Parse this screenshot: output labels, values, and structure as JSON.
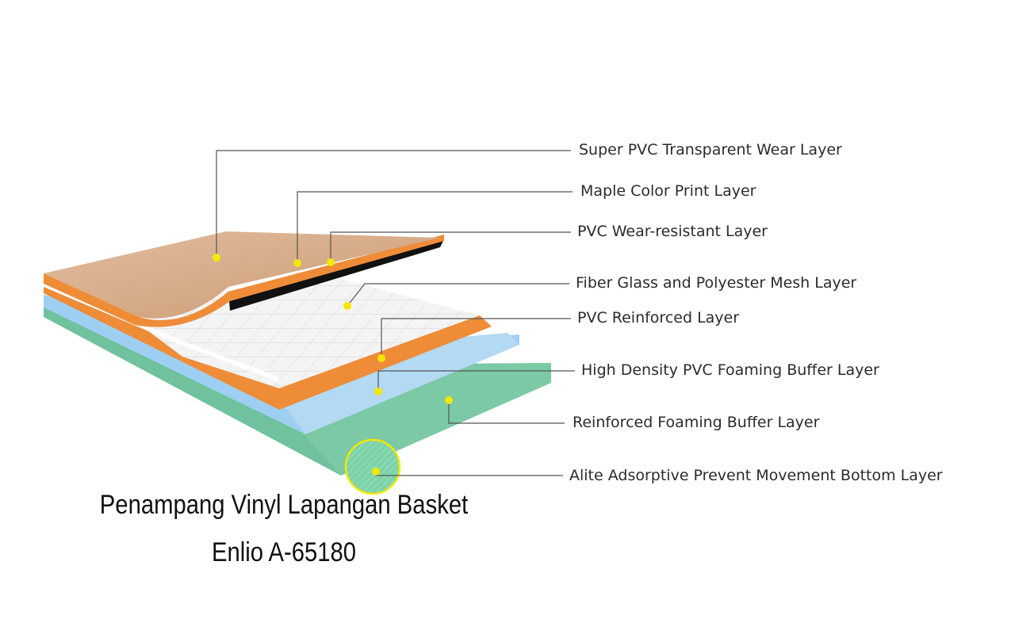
{
  "layers": [
    {
      "label": "Super PVC Transparent Wear Layer"
    },
    {
      "label": "Maple Color Print Layer"
    },
    {
      "label": "PVC Wear-resistant Layer"
    },
    {
      "label": "Fiber Glass and Polyester Mesh Layer"
    },
    {
      "label": "PVC Reinforced Layer"
    },
    {
      "label": "High Density PVC Foaming Buffer Layer"
    },
    {
      "label": "Reinforced Foaming Buffer Layer"
    },
    {
      "label": "Alite Adsorptive Prevent Movement Bottom Layer"
    }
  ],
  "caption": {
    "line1": "Penampang Vinyl Lapangan Basket",
    "line2": "Enlio A-65180"
  },
  "colors": {
    "wood": "#d8ae8c",
    "orange": "#ee8c38",
    "black": "#111111",
    "mesh": "#f3f3f3",
    "blue": "#9ecff2",
    "green": "#6fc29d",
    "dot": "#f4e800",
    "leader": "#555555"
  }
}
